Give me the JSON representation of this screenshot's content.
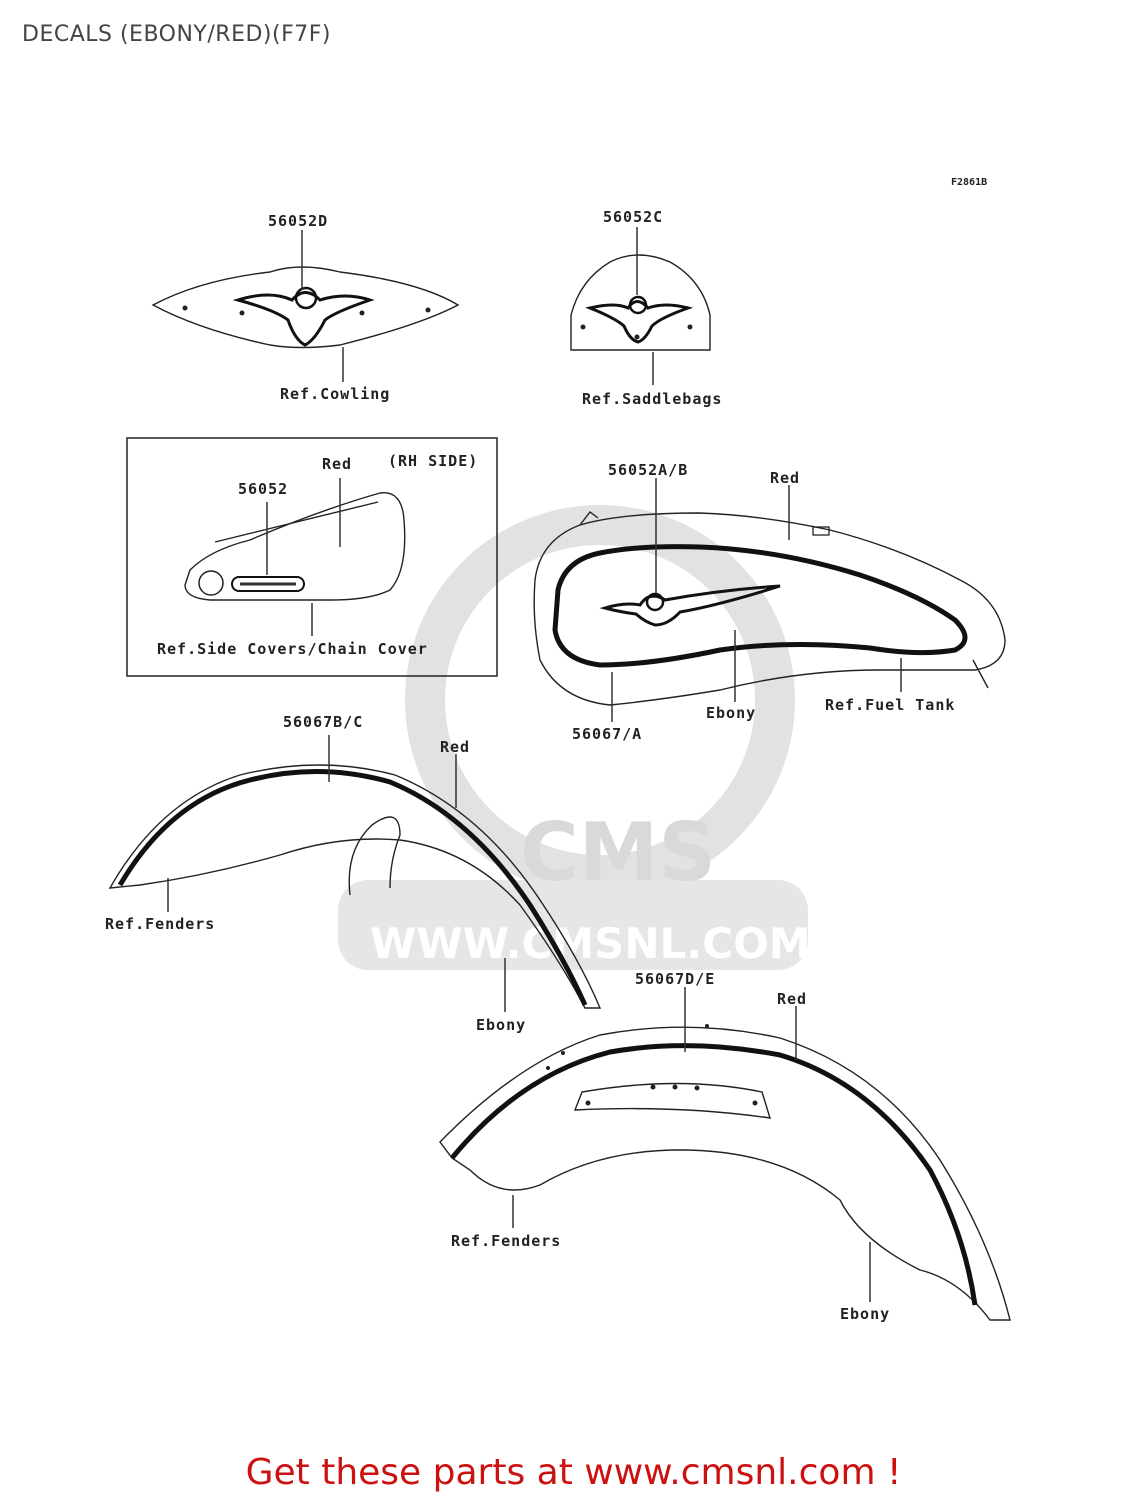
{
  "page": {
    "title": "DECALS (EBONY/RED)(F7F)"
  },
  "figure_code": "F2861B",
  "watermark": {
    "text": "CMS",
    "url": "WWW.CMSNL.COM"
  },
  "callouts": {
    "d56052d": "56052D",
    "ref_cowling": "Ref.Cowling",
    "d56052c": "56052C",
    "ref_saddlebags": "Ref.Saddlebags",
    "box_red": "Red",
    "rh_side": "(RH SIDE)",
    "d56052": "56052",
    "ref_side_covers": "Ref.Side Covers/Chain Cover",
    "d56052ab": "56052A/B",
    "tank_red": "Red",
    "tank_ebony": "Ebony",
    "ref_fuel_tank": "Ref.Fuel Tank",
    "d56067a": "56067/A",
    "d56067bc": "56067B/C",
    "front_red": "Red",
    "ref_fenders_front": "Ref.Fenders",
    "front_ebony": "Ebony",
    "d56067de": "56067D/E",
    "rear_red": "Red",
    "ref_fenders_rear": "Ref.Fenders",
    "rear_ebony": "Ebony"
  },
  "footer": "Get these parts at www.cmsnl.com !",
  "colors": {
    "footer": "#cc1111",
    "title": "#444444",
    "watermark": "#d9d9d9"
  }
}
